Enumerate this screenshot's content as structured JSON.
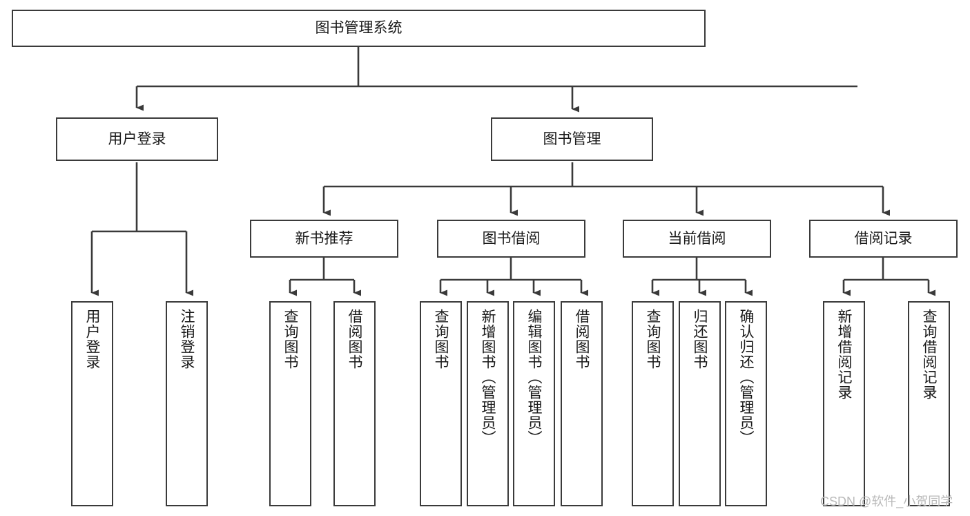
{
  "diagram": {
    "type": "tree-hierarchy",
    "title": "图书管理系统",
    "watermark": "CSDN @软件_小贺同学",
    "nodes": {
      "root": {
        "label": "图书管理系统",
        "orientation": "horizontal"
      },
      "level1": [
        {
          "label": "用户登录",
          "orientation": "horizontal"
        },
        {
          "label": "图书管理",
          "orientation": "horizontal"
        }
      ],
      "level2": [
        {
          "label": "新书推荐",
          "orientation": "horizontal"
        },
        {
          "label": "图书借阅",
          "orientation": "horizontal"
        },
        {
          "label": "当前借阅",
          "orientation": "horizontal"
        },
        {
          "label": "借阅记录",
          "orientation": "horizontal"
        }
      ],
      "leaves_user_login": [
        {
          "label": "用户登录",
          "orientation": "vertical"
        },
        {
          "label": "注销登录",
          "orientation": "vertical"
        }
      ],
      "leaves_new_book": [
        {
          "label": "查询图书",
          "orientation": "vertical"
        },
        {
          "label": "借阅图书",
          "orientation": "vertical"
        }
      ],
      "leaves_borrow": [
        {
          "label": "查询图书",
          "orientation": "vertical"
        },
        {
          "label": "新增图书（管理员）",
          "orientation": "vertical"
        },
        {
          "label": "编辑图书（管理员）",
          "orientation": "vertical"
        },
        {
          "label": "借阅图书",
          "orientation": "vertical"
        }
      ],
      "leaves_current": [
        {
          "label": "查询图书",
          "orientation": "vertical"
        },
        {
          "label": "归还图书",
          "orientation": "vertical"
        },
        {
          "label": "确认归还（管理员）",
          "orientation": "vertical"
        }
      ],
      "leaves_records": [
        {
          "label": "新增借阅记录",
          "orientation": "vertical"
        },
        {
          "label": "查询借阅记录",
          "orientation": "vertical"
        }
      ]
    },
    "colors": {
      "box_border": "#3a3a3a",
      "box_fill": "#ffffff",
      "connector": "#3a3a3a",
      "text": "#1a1a1a",
      "watermark": "#b9b9b9",
      "background": "#ffffff"
    }
  }
}
